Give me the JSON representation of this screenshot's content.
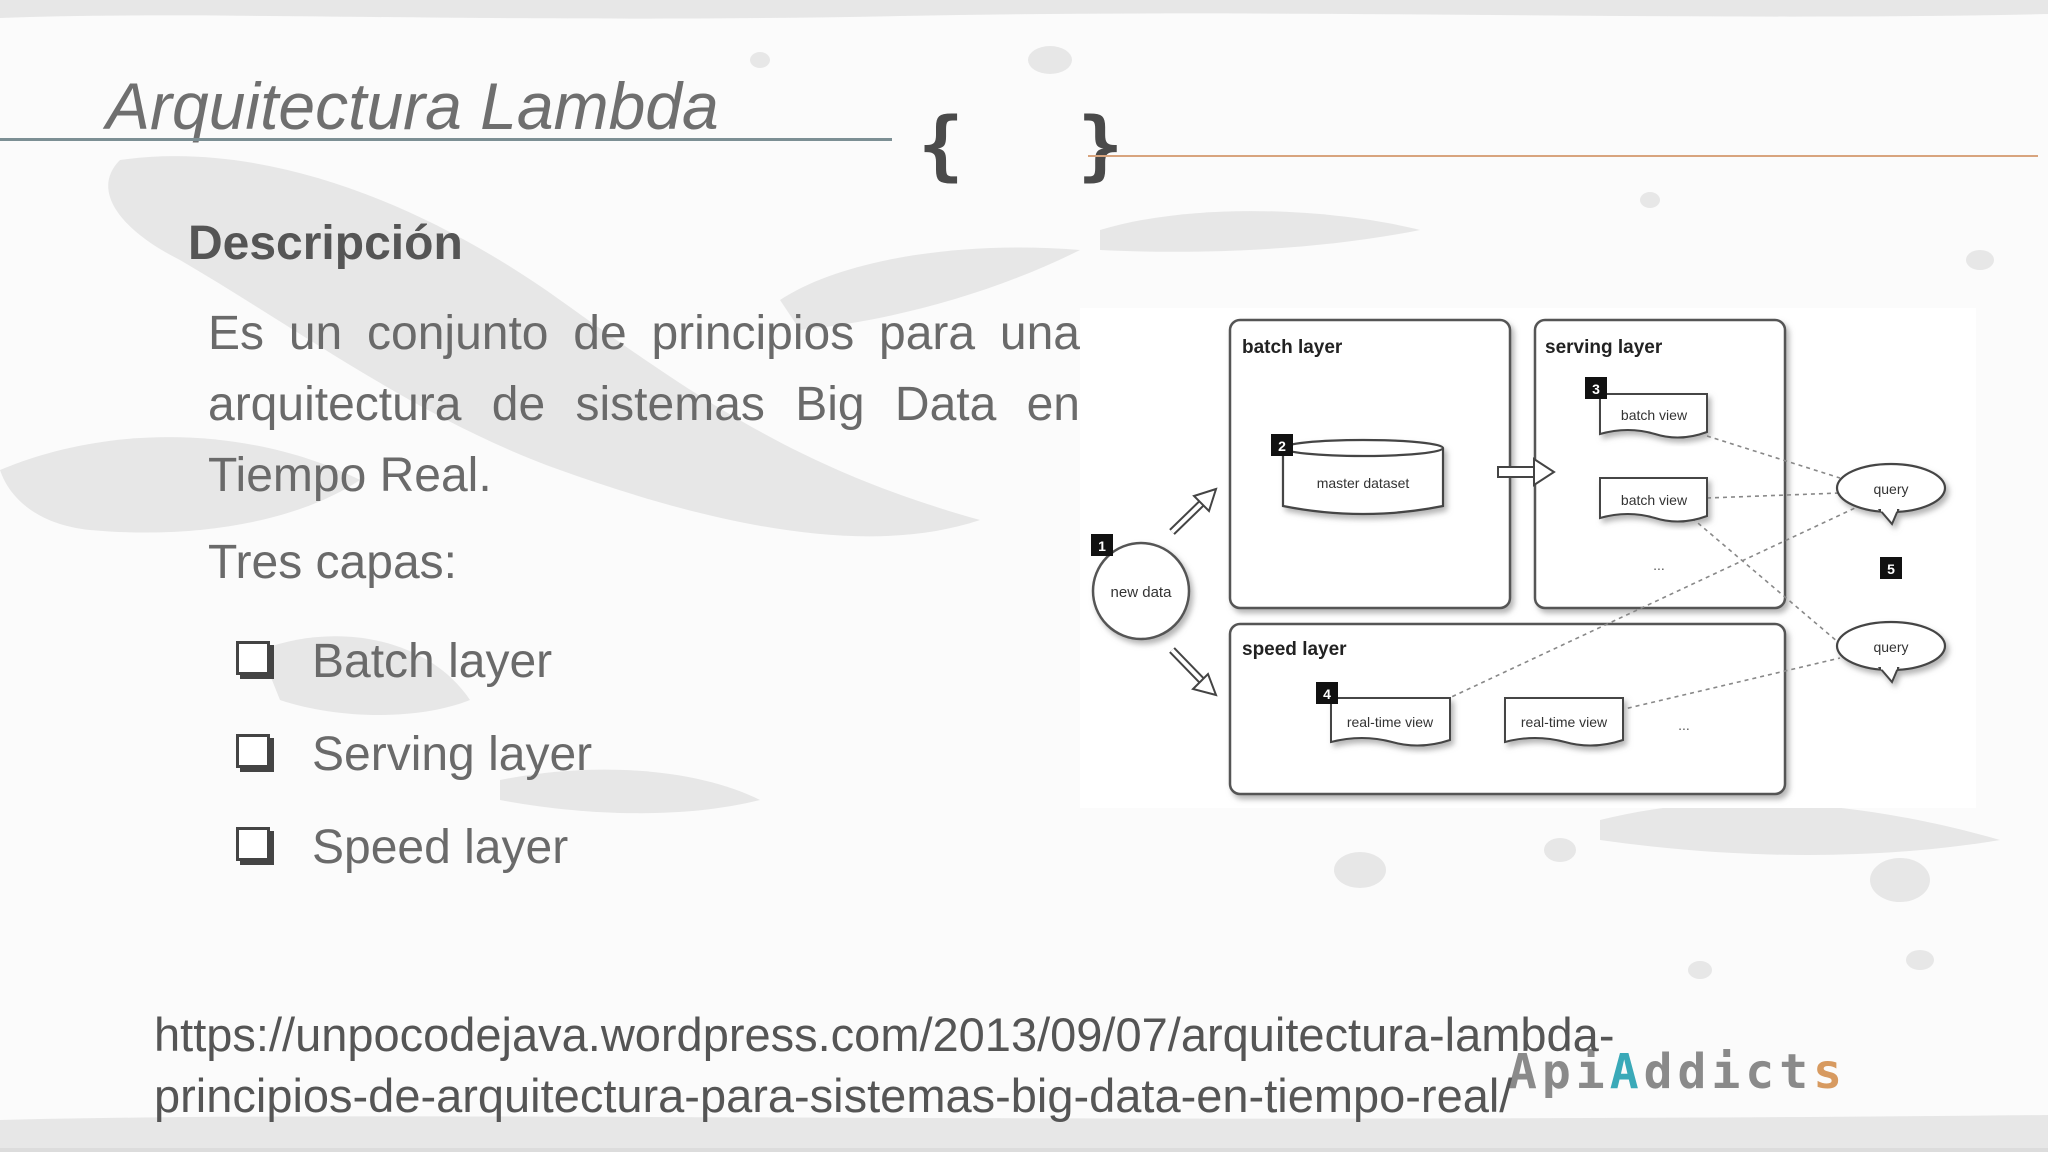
{
  "slide": {
    "title": "Arquitectura Lambda",
    "braces": "{ }",
    "subheading": "Descripción",
    "paragraph": "Es un conjunto de principios para una arquitectura de sistemas Big Data en Tiempo Real.",
    "tres_capas": "Tres capas:",
    "bullets": [
      "Batch layer",
      "Serving layer",
      "Speed layer"
    ],
    "url_line1": "https://unpocodejava.wordpress.com/2013/09/07/arquitectura-lambda-",
    "url_line2": "principios-de-arquitectura-para-sistemas-big-data-en-tiempo-real/",
    "logo": {
      "part1": "Api",
      "part2": "A",
      "part3": "ddict",
      "part4": "s"
    }
  },
  "diagram": {
    "batch_layer_label": "batch layer",
    "serving_layer_label": "serving layer",
    "speed_layer_label": "speed layer",
    "new_data_label": "new data",
    "master_dataset_label": "master dataset",
    "batch_view_1": "batch view",
    "batch_view_2": "batch view",
    "serving_ellipsis": "...",
    "realtime_view_1": "real-time view",
    "realtime_view_2": "real-time view",
    "speed_ellipsis": "...",
    "query_1": "query",
    "query_2": "query",
    "markers": [
      "1",
      "2",
      "3",
      "4",
      "5"
    ]
  }
}
